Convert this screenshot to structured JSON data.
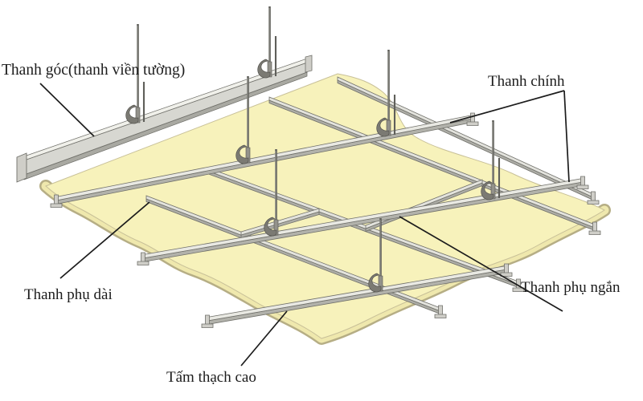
{
  "diagram": {
    "title_none": "",
    "labels": {
      "corner_bar": "Thanh góc(thanh viền tường)",
      "main_runner": "Thanh chính",
      "long_cross_tee": "Thanh phụ dài",
      "short_cross_tee": "Thanh phụ ngắn",
      "gypsum_board": "Tấm thạch cao"
    },
    "colors": {
      "background": "#ffffff",
      "board_top": "#f7f2bb",
      "board_edge_light": "#efe8ad",
      "board_edge_dark": "#b6ae85",
      "board_outline": "#c8c098",
      "bar_top": "#e9e9e3",
      "bar_side": "#b2b2ab",
      "bar_top_ct": "#e3e3dd",
      "bar_side_ct": "#adada6",
      "bar_outline": "#6f6f69",
      "cap_fill": "#cfcec8",
      "wall_angle_face": "#d7d7d1",
      "wall_angle_top": "#f0f0ea",
      "wall_angle_lip": "#a9a9a2",
      "bracket": "#7b7a73",
      "bracket_outline": "#54534e",
      "plate": "#93928b",
      "rod": "#5f5f5a",
      "rod_sheen": "#a3a29b",
      "annotation": "#1c1c1c"
    }
  }
}
